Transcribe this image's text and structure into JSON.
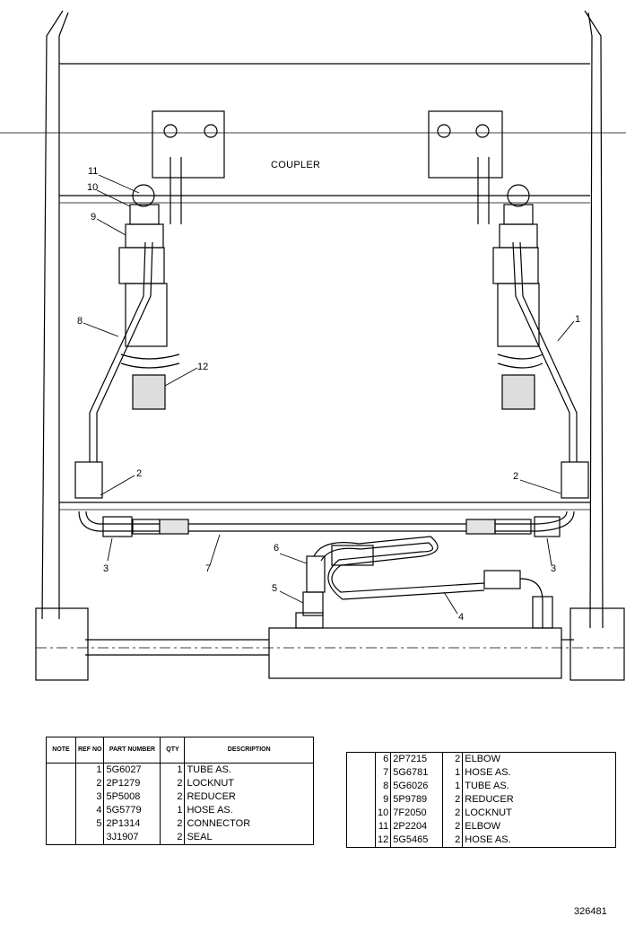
{
  "title": "COUPLER",
  "callouts": [
    "11",
    "10",
    "9",
    "8",
    "12",
    "2",
    "3",
    "7",
    "6",
    "5",
    "4",
    "2",
    "3",
    "1"
  ],
  "table_headers": {
    "note": "NOTE",
    "ref_no": "REF NO",
    "part_number": "PART NUMBER",
    "qty": "QTY",
    "description": "DESCRIPTION"
  },
  "parts_left": [
    {
      "ref": "1",
      "part": "5G6027",
      "qty": "1",
      "desc": "TUBE AS."
    },
    {
      "ref": "2",
      "part": "2P1279",
      "qty": "2",
      "desc": "LOCKNUT"
    },
    {
      "ref": "3",
      "part": "5P5008",
      "qty": "2",
      "desc": "REDUCER"
    },
    {
      "ref": "4",
      "part": "5G5779",
      "qty": "1",
      "desc": "HOSE AS."
    },
    {
      "ref": "5",
      "part": "2P1314",
      "qty": "2",
      "desc": "CONNECTOR"
    },
    {
      "ref": "",
      "part": "3J1907",
      "qty": "2",
      "desc": "SEAL"
    }
  ],
  "parts_right": [
    {
      "ref": "6",
      "part": "2P7215",
      "qty": "2",
      "desc": "ELBOW"
    },
    {
      "ref": "7",
      "part": "5G6781",
      "qty": "1",
      "desc": "HOSE AS."
    },
    {
      "ref": "8",
      "part": "5G6026",
      "qty": "1",
      "desc": "TUBE AS."
    },
    {
      "ref": "9",
      "part": "5P9789",
      "qty": "2",
      "desc": "REDUCER"
    },
    {
      "ref": "10",
      "part": "7F2050",
      "qty": "2",
      "desc": "LOCKNUT"
    },
    {
      "ref": "11",
      "part": "2P2204",
      "qty": "2",
      "desc": "ELBOW"
    },
    {
      "ref": "12",
      "part": "5G5465",
      "qty": "2",
      "desc": "HOSE AS."
    }
  ],
  "doc_number": "326481"
}
